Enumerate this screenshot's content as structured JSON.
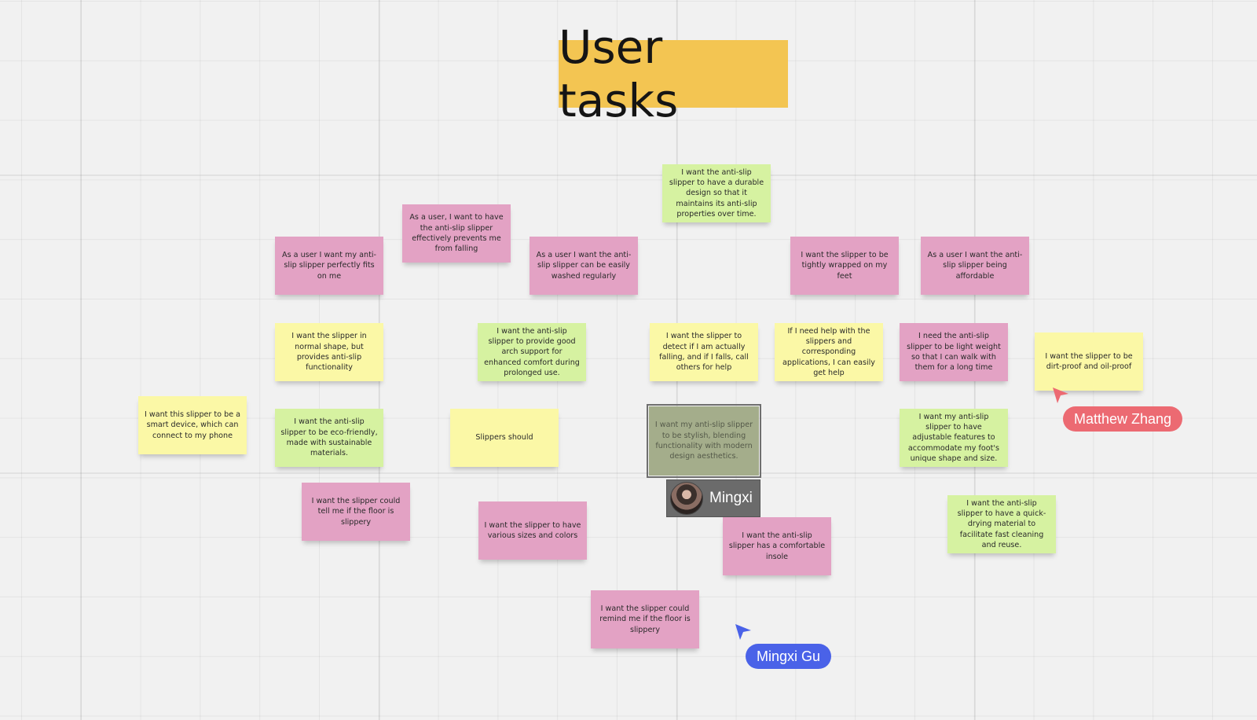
{
  "board": {
    "title": "User tasks",
    "colors": {
      "title_bg": "#f3c552",
      "pink_note": "#e3a2c4",
      "yellow_note": "#fbf8a6",
      "green_note": "#d6f2a1",
      "cursor_red": "#ec6a72",
      "cursor_blue": "#4a62e8"
    }
  },
  "notes": [
    {
      "text": "I want the anti-slip slipper to have a durable design so that it maintains its anti-slip properties over time.",
      "color": "green"
    },
    {
      "text": "As a user, I want to have the anti-slip slipper effectively prevents me from falling",
      "color": "pink"
    },
    {
      "text": "As a user I want my anti-slip slipper perfectly fits on me",
      "color": "pink"
    },
    {
      "text": "As a user I want the anti-slip slipper can be easily washed regularly",
      "color": "pink"
    },
    {
      "text": "I want the slipper to be tightly wrapped on my feet",
      "color": "pink"
    },
    {
      "text": "As a user I want the anti-slip slipper being affordable",
      "color": "pink"
    },
    {
      "text": "I want the slipper in normal shape, but provides anti-slip functionality",
      "color": "yellow"
    },
    {
      "text": "I want the anti-slip slipper to provide good arch support for enhanced comfort during prolonged use.",
      "color": "green"
    },
    {
      "text": "I want the slipper to detect if I am actually falling, and if I falls, call others for help",
      "color": "yellow"
    },
    {
      "text": "If I need help with the slippers and corresponding applications, I can easily get help",
      "color": "yellow"
    },
    {
      "text": "I need the anti-slip slipper to be light weight so that I can walk with them for a long time",
      "color": "pink"
    },
    {
      "text": "I want the slipper to be dirt-proof and oil-proof",
      "color": "yellow"
    },
    {
      "text": "I want this slipper to be a smart device, which can connect to my phone",
      "color": "yellow"
    },
    {
      "text": "I want the anti-slip slipper to be eco-friendly, made with sustainable materials.",
      "color": "green"
    },
    {
      "text": "Slippers should",
      "color": "yellow"
    },
    {
      "text": "I want my anti-slip slipper to be stylish, blending functionality with modern design aesthetics.",
      "color": "selected"
    },
    {
      "text": "I want my anti-slip slipper to have adjustable features to accommodate my foot's unique shape and size.",
      "color": "green"
    },
    {
      "text": "I want the slipper could tell me if the floor is slippery",
      "color": "pink"
    },
    {
      "text": "I want the slipper to have various sizes and colors",
      "color": "pink"
    },
    {
      "text": "I want the anti-slip slipper has a comfortable insole",
      "color": "pink"
    },
    {
      "text": "I want the anti-slip slipper to have a quick-drying material to facilitate fast cleaning and reuse.",
      "color": "green"
    },
    {
      "text": "I want the slipper could remind me if the floor is slippery",
      "color": "pink"
    }
  ],
  "collaborators": {
    "editing_tag": {
      "name": "Mingxi",
      "avatar_icon": "user-avatar-photo"
    },
    "cursors": [
      {
        "name": "Matthew Zhang",
        "color": "#ec6a72",
        "icon": "cursor-arrow-icon"
      },
      {
        "name": "Mingxi Gu",
        "color": "#4a62e8",
        "icon": "cursor-arrow-icon"
      }
    ]
  }
}
